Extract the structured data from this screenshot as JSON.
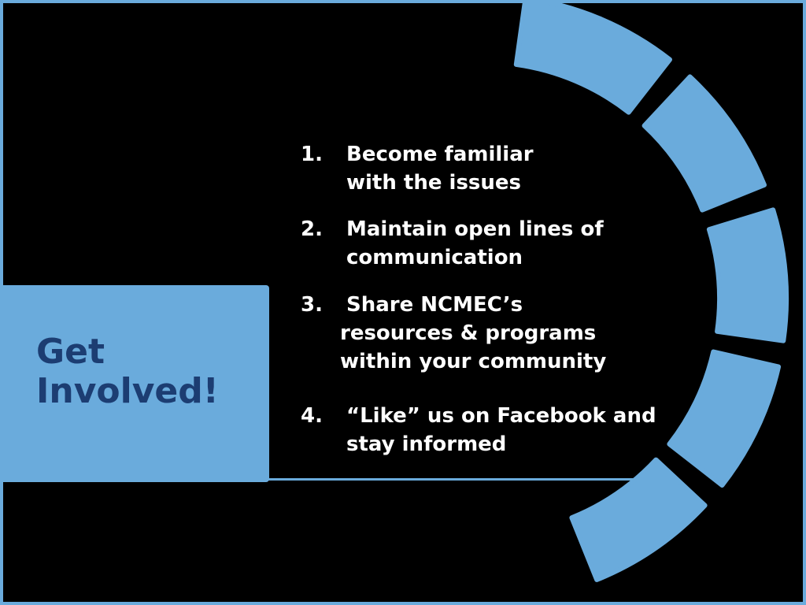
{
  "slide": {
    "title": [
      "Get",
      "Involved!"
    ],
    "colors": {
      "background": "#000000",
      "accent": "#6aabdc",
      "title_text": "#1c3d72",
      "item_text": "#ffffff"
    },
    "items": [
      {
        "number": "1.",
        "lines": [
          "Become familiar",
          "with the issues"
        ]
      },
      {
        "number": "2.",
        "lines": [
          "Maintain open lines of",
          "communication"
        ]
      },
      {
        "number": "3.",
        "lines": [
          "Share NCMEC’s",
          "resources & programs",
          "within your community"
        ]
      },
      {
        "number": "4.",
        "lines": [
          "“Like” us on Facebook and",
          "stay informed"
        ]
      }
    ]
  }
}
